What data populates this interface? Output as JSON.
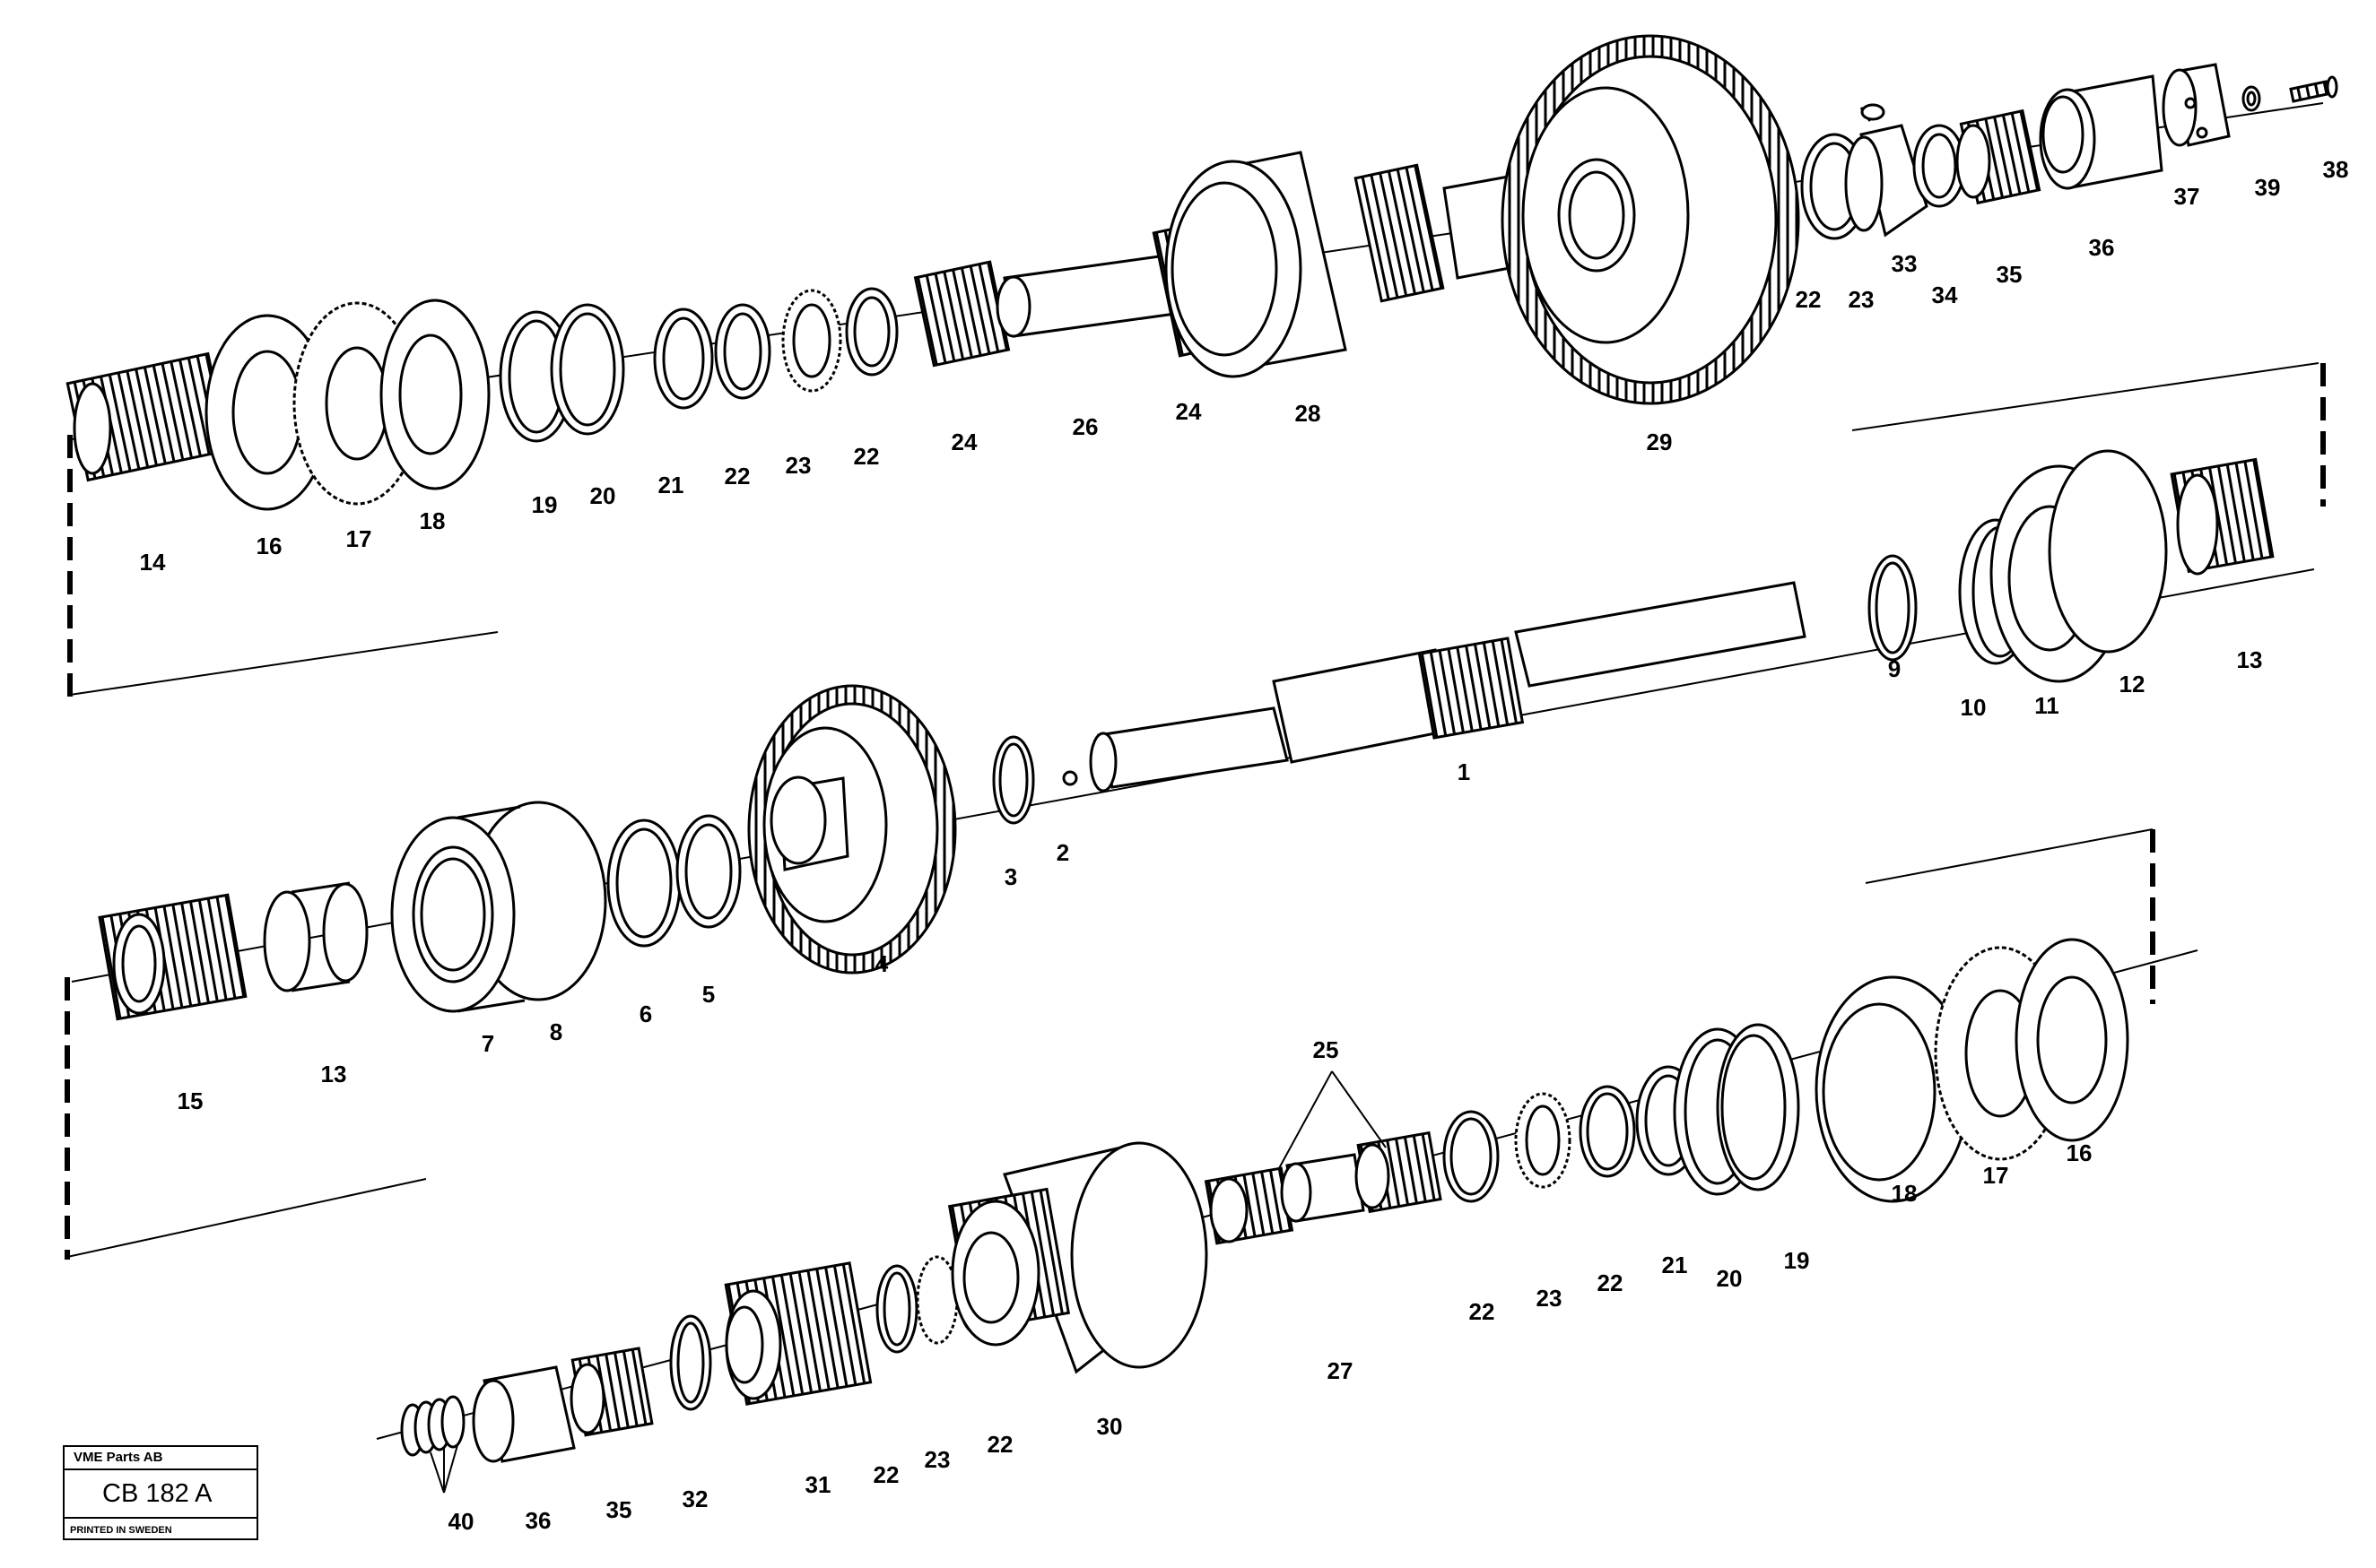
{
  "stamp": {
    "company": "VME Parts AB",
    "code": "CB 182 A",
    "printed": "PRINTED IN SWEDEN"
  },
  "labels": {
    "top": [
      "14",
      "16",
      "17",
      "18",
      "19",
      "20",
      "21",
      "22",
      "23",
      "22",
      "24",
      "26",
      "24",
      "28",
      "29",
      "22",
      "23",
      "33",
      "34",
      "35",
      "36",
      "37",
      "39",
      "38"
    ],
    "middle": [
      "15",
      "13",
      "7",
      "8",
      "6",
      "5",
      "4",
      "3",
      "2",
      "1",
      "9",
      "10",
      "11",
      "12",
      "13"
    ],
    "bottom": [
      "40",
      "36",
      "35",
      "32",
      "31",
      "22",
      "23",
      "22",
      "30",
      "27",
      "25",
      "22",
      "23",
      "22",
      "21",
      "20",
      "19",
      "18",
      "17",
      "16"
    ]
  }
}
